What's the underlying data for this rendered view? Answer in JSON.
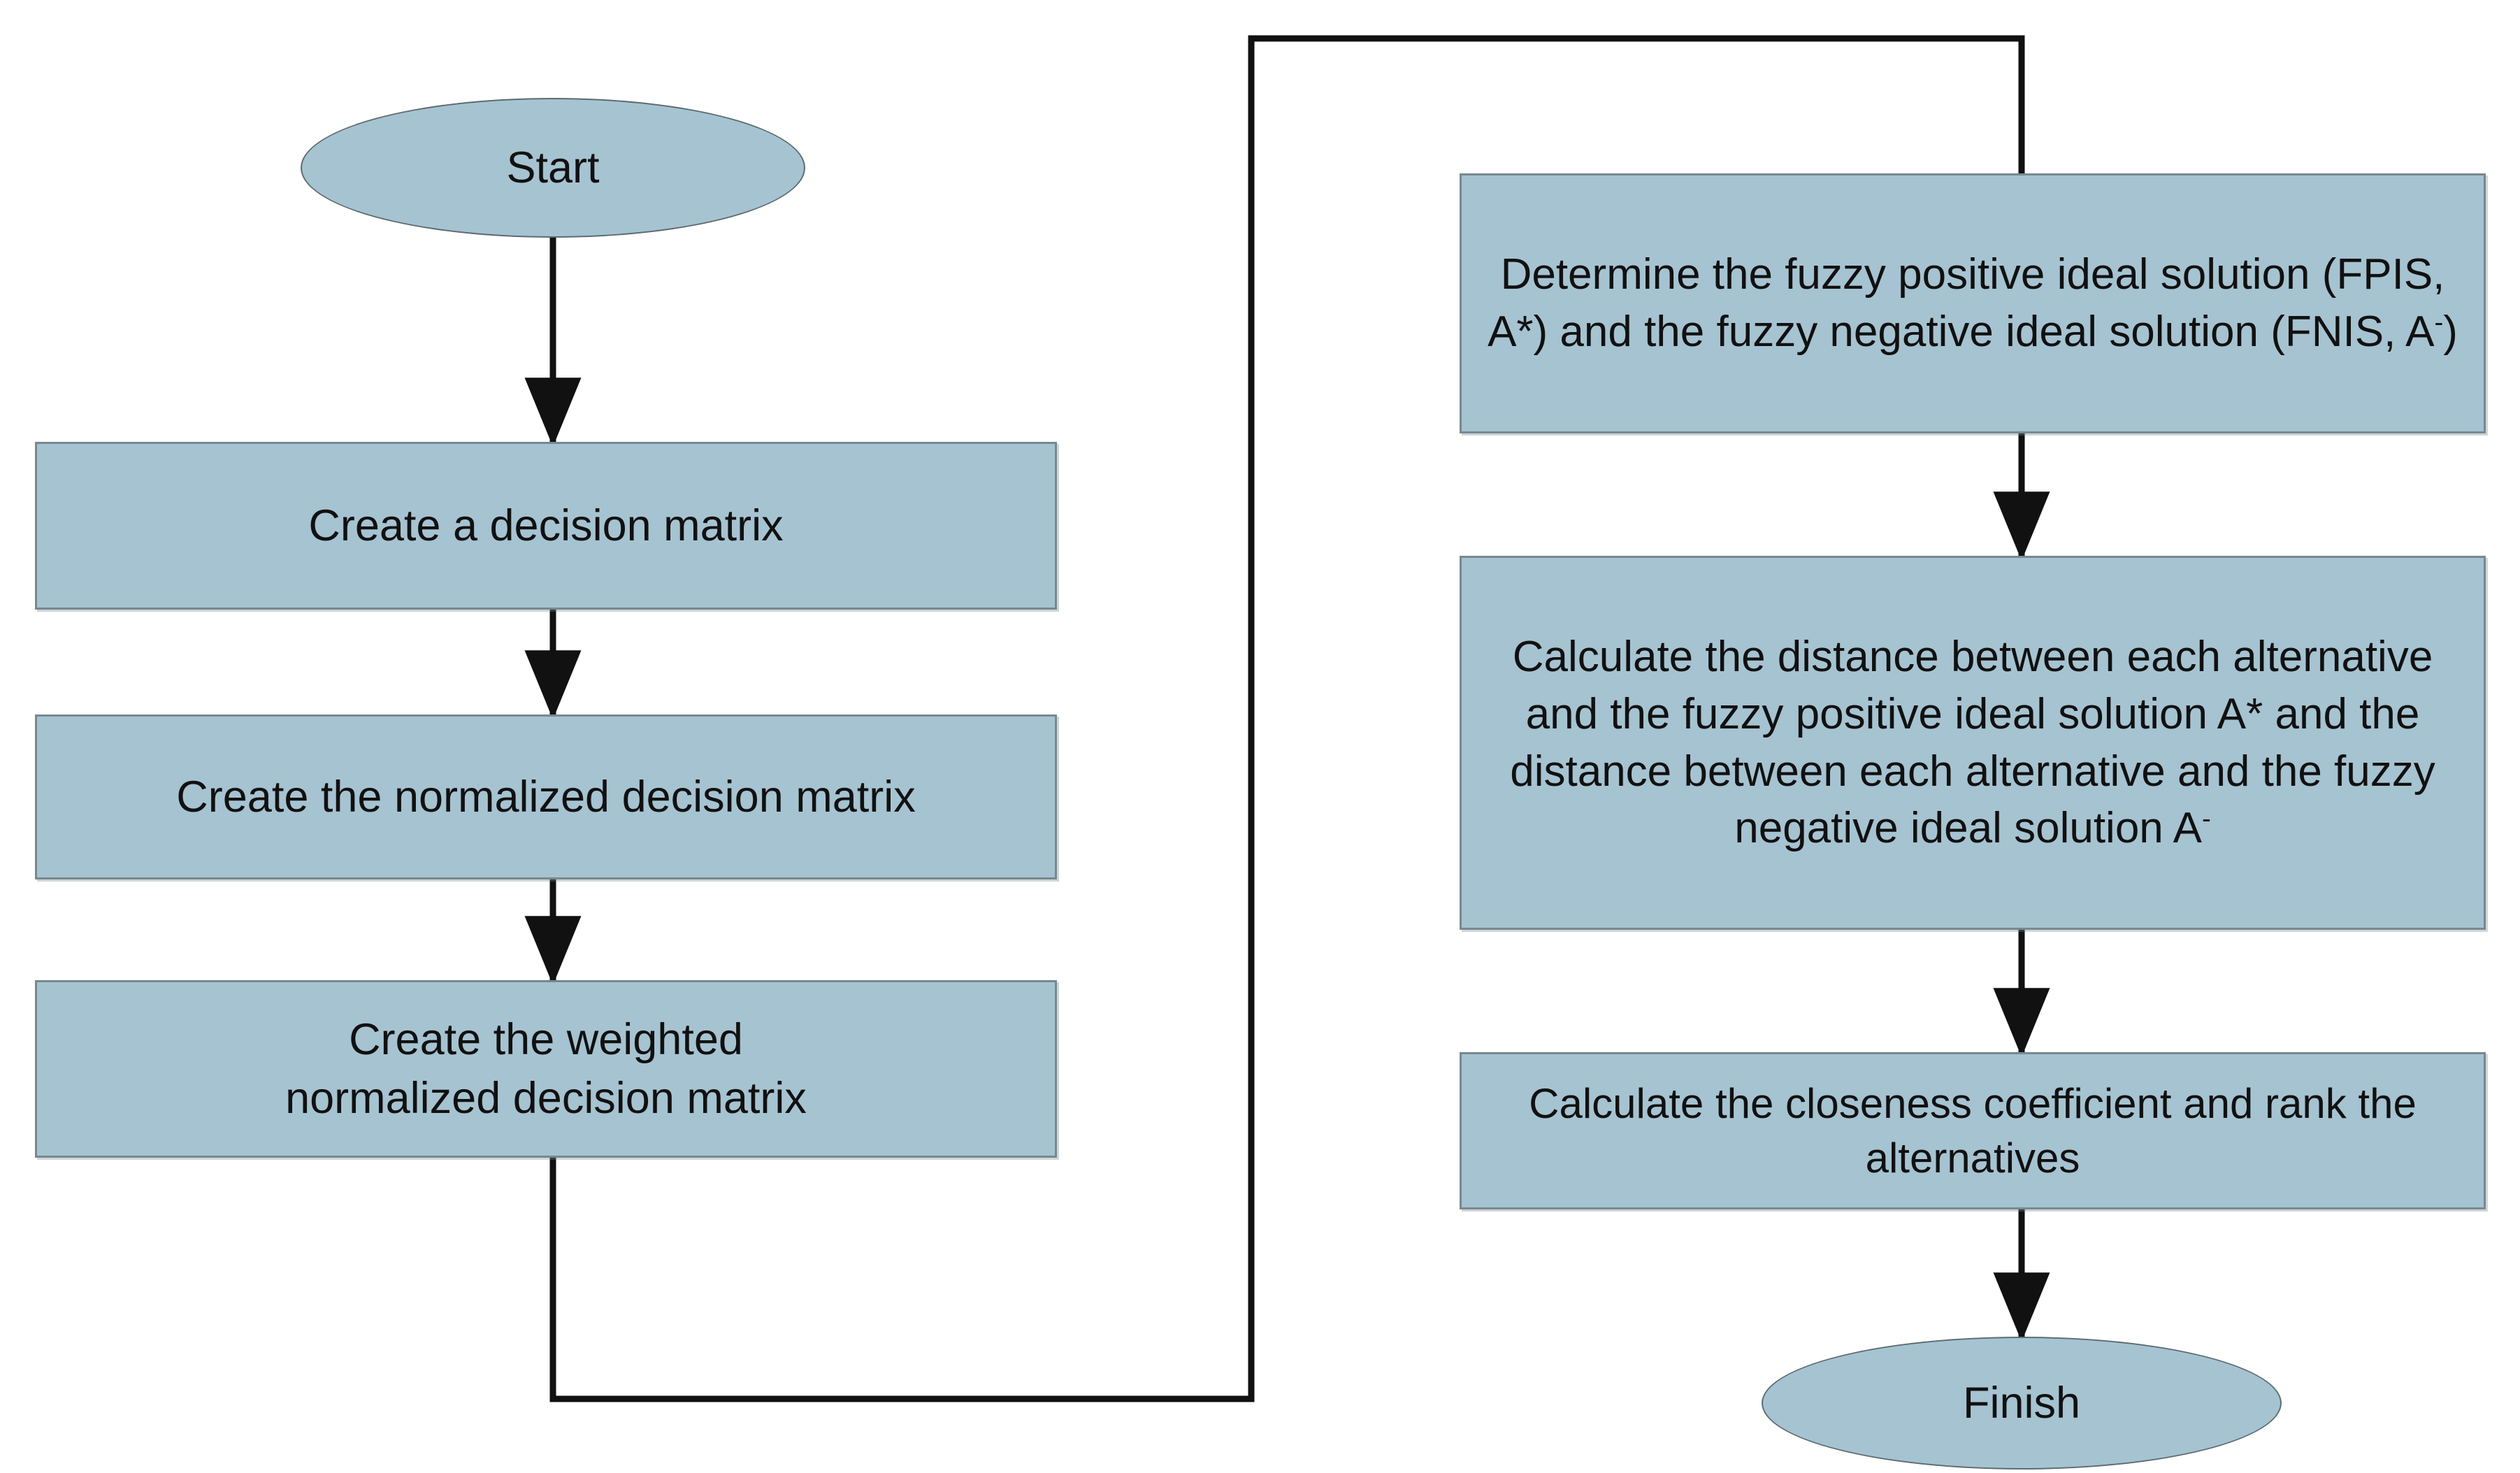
{
  "diagram": {
    "title": "Fuzzy TOPSIS method flowchart",
    "colors": {
      "node_fill": "#a6c3d1",
      "node_border": "#78888f",
      "terminator_border": "#5d6b72",
      "edge": "#111111",
      "background": "#ffffff",
      "text": "#111111"
    },
    "nodes": {
      "start": {
        "label": "Start",
        "shape": "ellipse"
      },
      "create_decision_matrix": {
        "label": "Create a decision matrix",
        "shape": "rectangle"
      },
      "create_normalized_matrix": {
        "label": "Create the normalized decision matrix",
        "shape": "rectangle"
      },
      "create_weighted_matrix": {
        "label": "Create the weighted\nnormalized decision matrix",
        "shape": "rectangle"
      },
      "determine_ideal_solutions": {
        "label_part1": "Determine the fuzzy positive ideal solution (FPIS, A*) and the fuzzy negative ideal solution (FNIS, A",
        "label_sup": "-",
        "label_part2": ")",
        "shape": "rectangle"
      },
      "calculate_distances": {
        "label_part1": "Calculate the distance between each alternative and the fuzzy positive ideal solution A* and the distance between each alternative and the fuzzy negative ideal solution A",
        "label_sup": "-",
        "shape": "rectangle"
      },
      "calculate_closeness": {
        "label": "Calculate the closeness coefficient and rank the alternatives",
        "shape": "rectangle"
      },
      "finish": {
        "label": "Finish",
        "shape": "ellipse"
      }
    },
    "edges": [
      {
        "from": "start",
        "to": "create_decision_matrix",
        "arrow": true
      },
      {
        "from": "create_decision_matrix",
        "to": "create_normalized_matrix",
        "arrow": true
      },
      {
        "from": "create_normalized_matrix",
        "to": "create_weighted_matrix",
        "arrow": true
      },
      {
        "from": "create_weighted_matrix",
        "to": "determine_ideal_solutions",
        "arrow": false,
        "routing": "down-left-up-right-down"
      },
      {
        "from": "determine_ideal_solutions",
        "to": "calculate_distances",
        "arrow": true
      },
      {
        "from": "calculate_distances",
        "to": "calculate_closeness",
        "arrow": true
      },
      {
        "from": "calculate_closeness",
        "to": "finish",
        "arrow": true
      }
    ]
  }
}
